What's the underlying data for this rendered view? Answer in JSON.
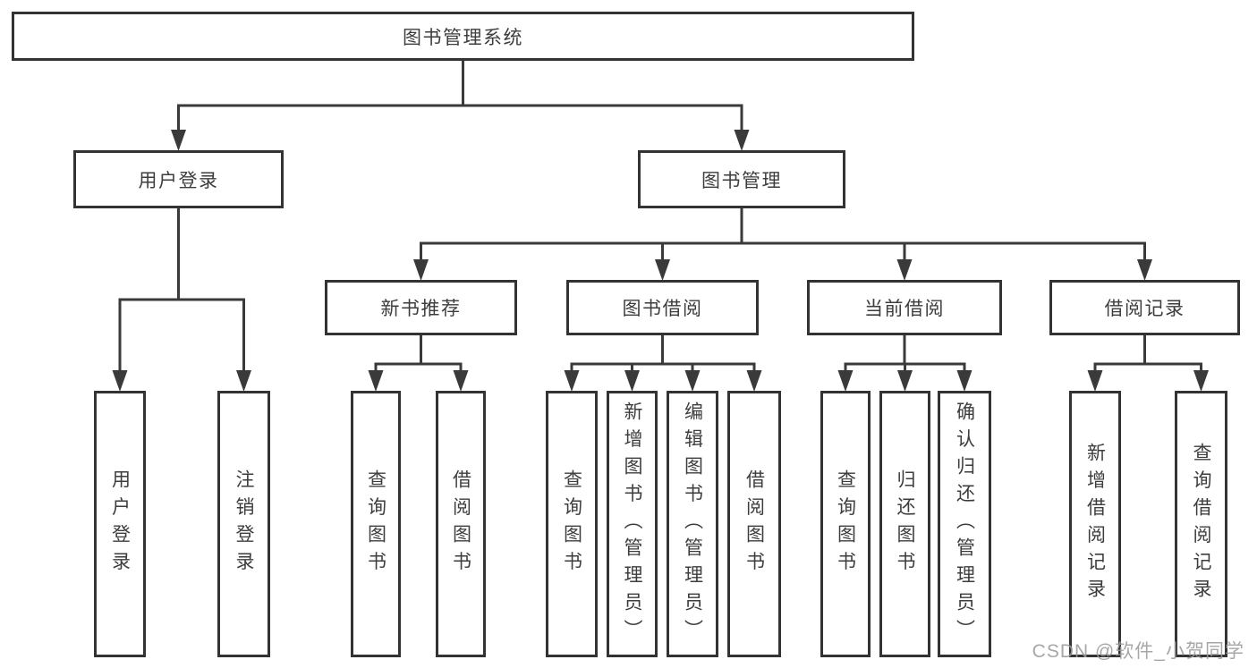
{
  "diagram": {
    "nodes": [
      {
        "id": "root",
        "label": "图书管理系统",
        "parent": null
      },
      {
        "id": "user-login",
        "label": "用户登录",
        "parent": "root"
      },
      {
        "id": "book-mgmt",
        "label": "图书管理",
        "parent": "root"
      },
      {
        "id": "login",
        "label": "用户登录",
        "parent": "user-login"
      },
      {
        "id": "logout",
        "label": "注销登录",
        "parent": "user-login"
      },
      {
        "id": "new-book-rec",
        "label": "新书推荐",
        "parent": "book-mgmt"
      },
      {
        "id": "book-borrow",
        "label": "图书借阅",
        "parent": "book-mgmt"
      },
      {
        "id": "current-borrow",
        "label": "当前借阅",
        "parent": "book-mgmt"
      },
      {
        "id": "borrow-records",
        "label": "借阅记录",
        "parent": "book-mgmt"
      },
      {
        "id": "nbr-query",
        "label": "查询图书",
        "parent": "new-book-rec"
      },
      {
        "id": "nbr-borrow",
        "label": "借阅图书",
        "parent": "new-book-rec"
      },
      {
        "id": "bb-query",
        "label": "查询图书",
        "parent": "book-borrow"
      },
      {
        "id": "bb-add",
        "label": "新增图书（管理员）",
        "parent": "book-borrow"
      },
      {
        "id": "bb-edit",
        "label": "编辑图书（管理员）",
        "parent": "book-borrow"
      },
      {
        "id": "bb-borrow",
        "label": "借阅图书",
        "parent": "book-borrow"
      },
      {
        "id": "cb-query",
        "label": "查询图书",
        "parent": "current-borrow"
      },
      {
        "id": "cb-return",
        "label": "归还图书",
        "parent": "current-borrow"
      },
      {
        "id": "cb-confirm",
        "label": "确认归还（管理员）",
        "parent": "current-borrow"
      },
      {
        "id": "br-add",
        "label": "新增借阅记录",
        "parent": "borrow-records"
      },
      {
        "id": "br-query",
        "label": "查询借阅记录",
        "parent": "borrow-records"
      }
    ],
    "colors": {
      "line": "#3a3a3a",
      "box_border": "#333333",
      "box_fill": "#ffffff",
      "text": "#3d3d3d",
      "watermark": "#9b9b9b"
    }
  },
  "watermark": {
    "text": "CSDN @软件_小贺同学"
  }
}
